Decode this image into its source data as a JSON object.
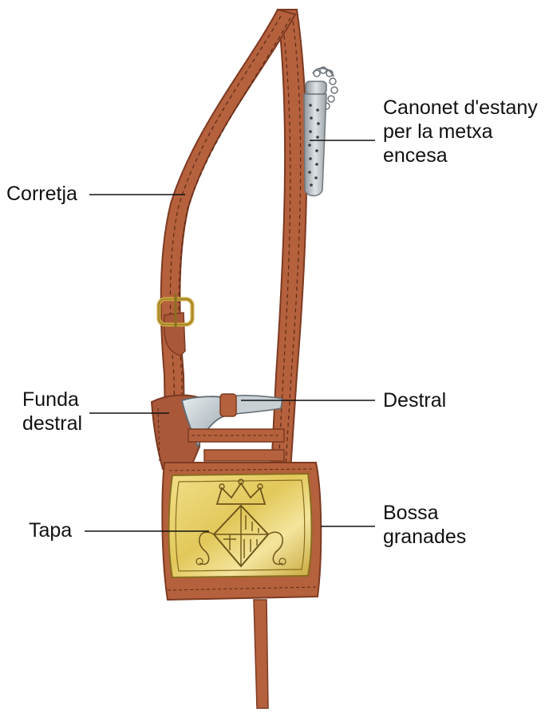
{
  "labels": {
    "canonet": [
      "Canonet d'estany",
      "per la metxa",
      "encesa"
    ],
    "corretja": [
      "Corretja"
    ],
    "funda": [
      "Funda",
      "destral"
    ],
    "destral": [
      "Destral"
    ],
    "tapa": [
      "Tapa"
    ],
    "bossa": [
      "Bossa",
      "granades"
    ]
  },
  "colors": {
    "leather": "#b5613d",
    "leather_dark": "#7d3a22",
    "stitch": "#5b2a16",
    "brass": "#e2c85a",
    "brass_dark": "#b8962e",
    "tin": "#c9ced3",
    "tin_dark": "#7b8288",
    "axe_blade": "#b9c3c8",
    "leader_line": "#111111"
  }
}
